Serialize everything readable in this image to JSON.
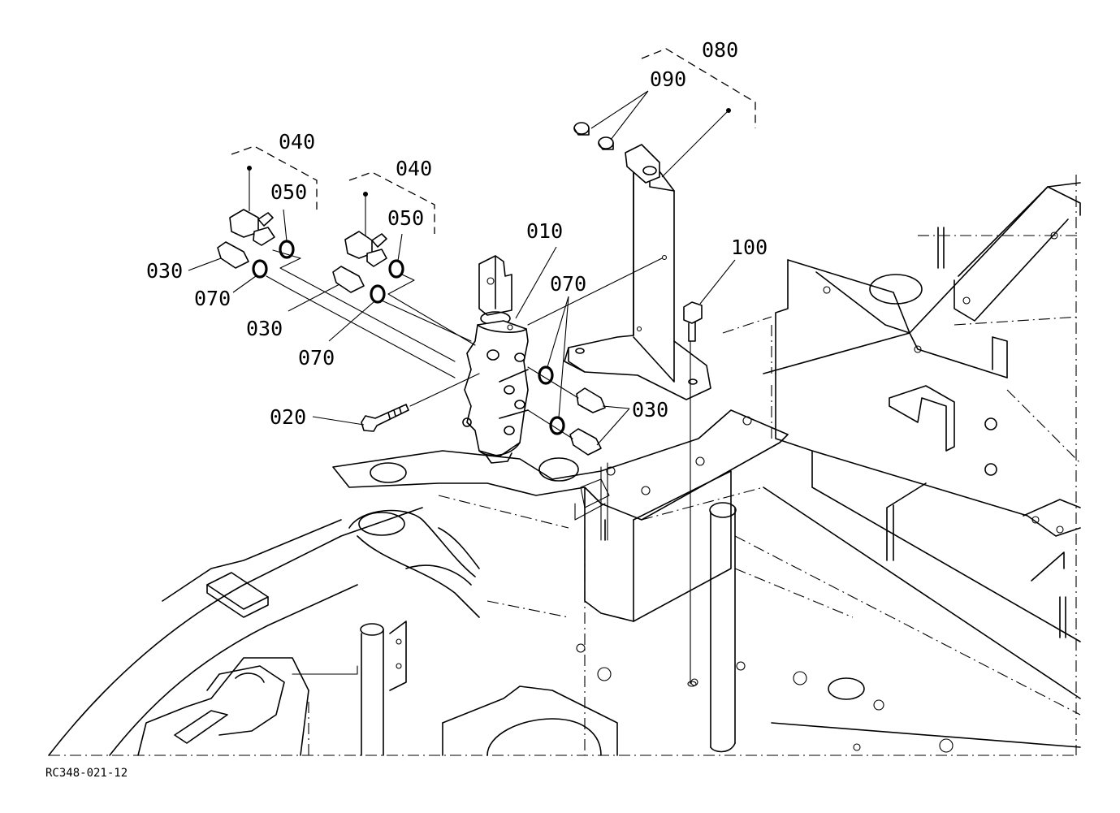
{
  "drawing": {
    "reference_code": "RC348-021-12"
  },
  "callouts": {
    "p010": "010",
    "p020": "020",
    "p030_left": "030",
    "p030_mid": "030",
    "p030_right": "030",
    "p040_left": "040",
    "p040_right": "040",
    "p050_left": "050",
    "p050_right": "050",
    "p070_left": "070",
    "p070_mid": "070",
    "p070_right": "070",
    "p080": "080",
    "p090": "090",
    "p100": "100"
  }
}
